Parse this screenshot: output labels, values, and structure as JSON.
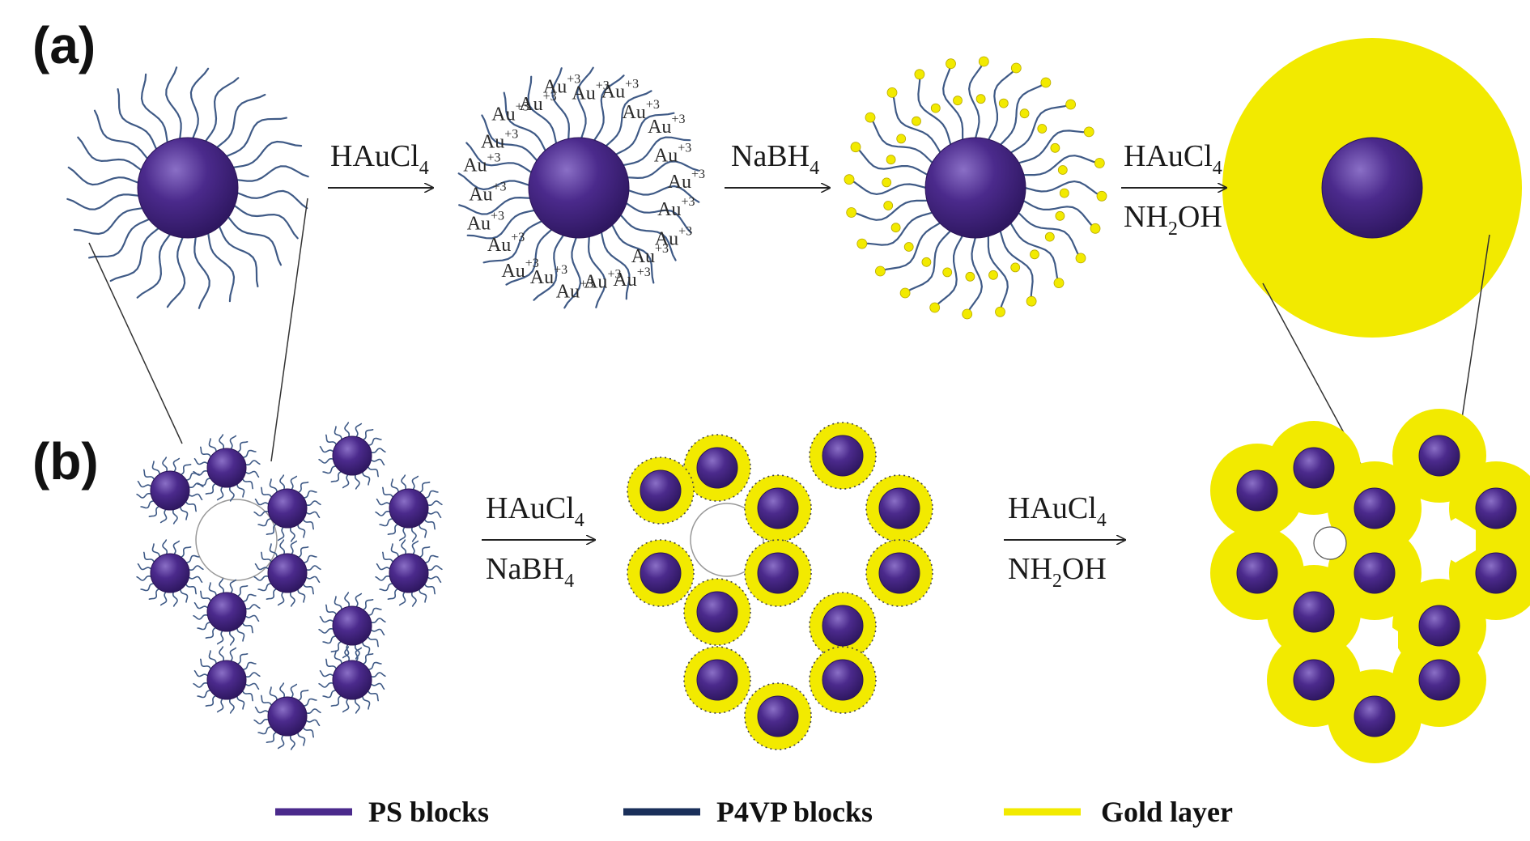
{
  "panel_labels": {
    "a": "(a)",
    "b": "(b)"
  },
  "reactions": {
    "a1": {
      "main": "HAuCl",
      "sub": "4"
    },
    "a2": {
      "main": "NaBH",
      "sub": "4"
    },
    "a3_top": {
      "main": "HAuCl",
      "sub": "4"
    },
    "a3_bottom": {
      "pre": "NH",
      "sub": "2",
      "post": "OH"
    },
    "b1_top": {
      "main": "HAuCl",
      "sub": "4"
    },
    "b1_bottom": {
      "main": "NaBH",
      "sub": "4"
    },
    "b2_top": {
      "main": "HAuCl",
      "sub": "4"
    },
    "b2_bottom": {
      "pre": "NH",
      "sub": "2",
      "post": "OH"
    }
  },
  "ion_label": {
    "element": "Au",
    "charge": "+3"
  },
  "legend": [
    {
      "label": "PS blocks",
      "color": "#4b2a8c"
    },
    {
      "label": "P4VP blocks",
      "color": "#1a2f5a"
    },
    {
      "label": "Gold layer",
      "color": "#f2ea00"
    }
  ],
  "colors": {
    "core": "#4b2a8c",
    "core_highlight": "#8a6fc6",
    "chain": "#3f5a86",
    "gold": "#f2ea00",
    "gold_dot": "#d8c800"
  }
}
